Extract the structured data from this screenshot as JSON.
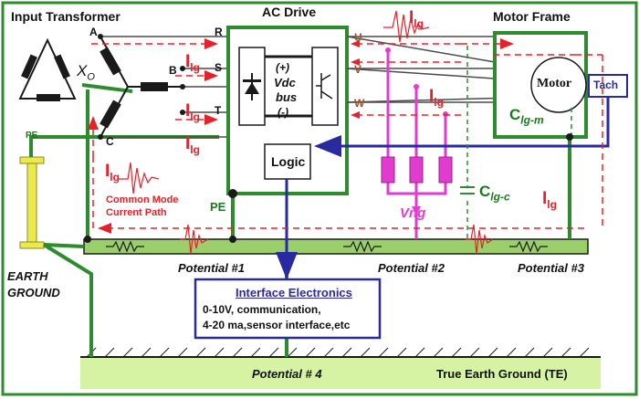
{
  "titles": {
    "input_transformer": "Input Transformer",
    "ac_drive": "AC Drive",
    "motor_frame": "Motor Frame"
  },
  "nodes": {
    "a": "A",
    "b": "B",
    "c": "C",
    "r": "R",
    "s": "S",
    "t": "T",
    "u": "U",
    "v": "V",
    "w": "W",
    "xo_x": "X",
    "xo_o": "O",
    "pe_top": "PE",
    "pe_drive": "PE"
  },
  "drive": {
    "plus": "(+)",
    "vdc": "Vdc",
    "bus": "bus",
    "minus": "(-)",
    "logic": "Logic"
  },
  "motor": {
    "label": "Motor",
    "tach": "Tach"
  },
  "currents": {
    "i": "I",
    "sub": "lg"
  },
  "caps": {
    "clgm_c": "C",
    "clgm_sub": "lg-m",
    "clgc_c": "C",
    "clgc_sub": "lg-c"
  },
  "common_mode": {
    "line1": "Common Mode",
    "line2": "Current Path"
  },
  "vng": "Vng",
  "earth_ground": {
    "line1": "EARTH",
    "line2": "GROUND"
  },
  "potentials": {
    "p1": "Potential #1",
    "p2": "Potential #2",
    "p3": "Potential #3",
    "p4": "Potential # 4"
  },
  "true_earth": "True Earth Ground (TE)",
  "interface": {
    "title": "Interface Electronics",
    "line1": "0-10V, communication,",
    "line2": "4-20 ma,sensor interface,etc"
  },
  "colors": {
    "frame_green": "#2e8b2e",
    "wire_dark": "#4a4a4a",
    "current_red": "#e8202a",
    "magenta": "#e23bd0",
    "blue": "#2a2aa0",
    "bar_green": "#9bcf6b",
    "ground_green": "#d6f3a4",
    "pole_yellow": "#eaea4a"
  }
}
